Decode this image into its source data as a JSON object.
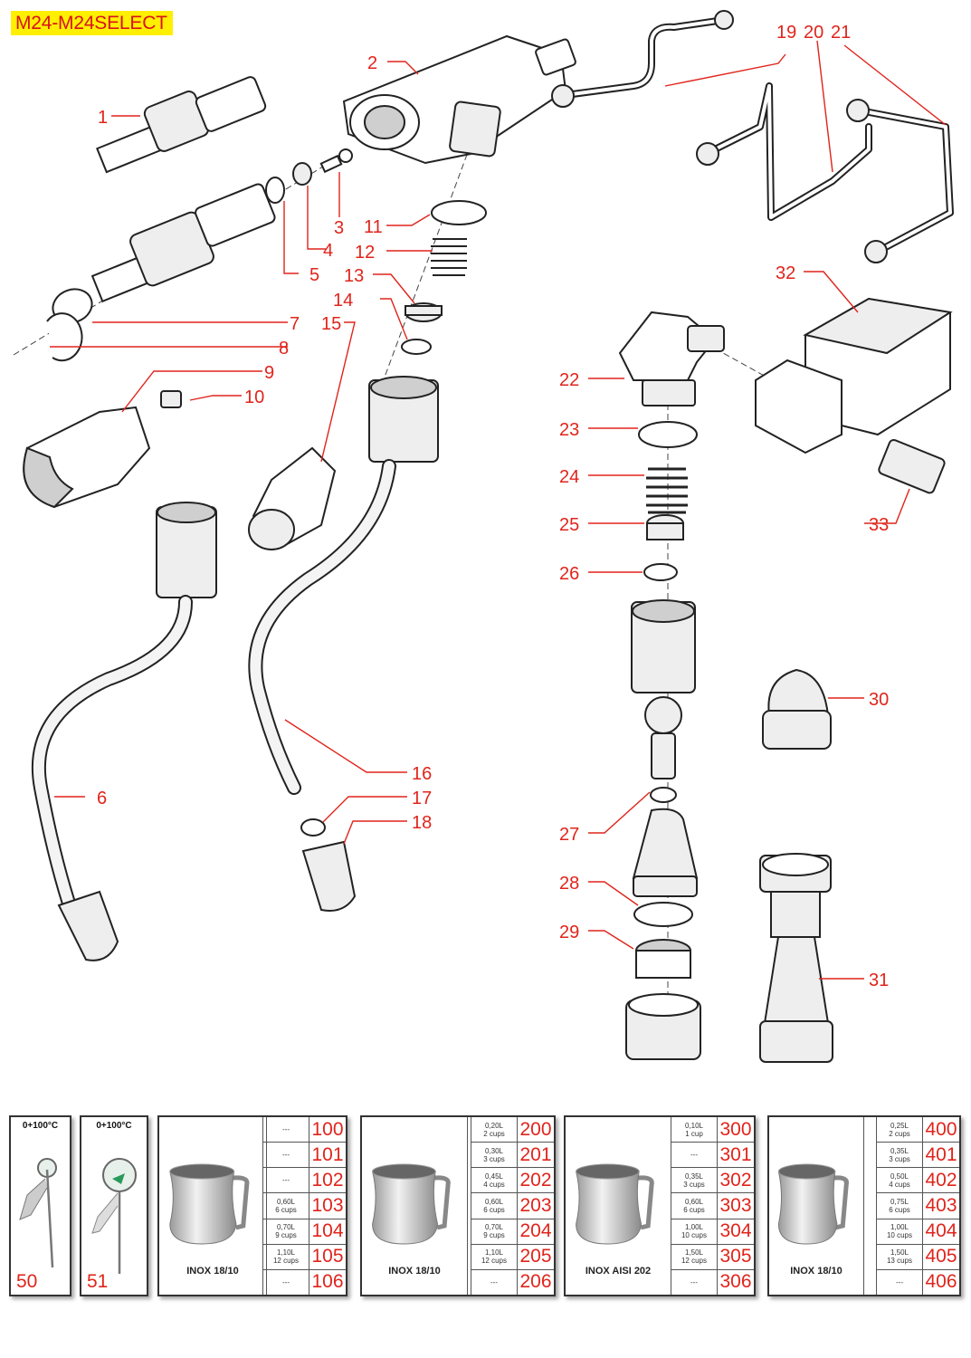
{
  "title": "M24-M24SELECT",
  "callouts": [
    "1",
    "2",
    "3",
    "4",
    "5",
    "6",
    "7",
    "8",
    "9",
    "10",
    "11",
    "12",
    "13",
    "14",
    "15",
    "16",
    "17",
    "18",
    "19",
    "20",
    "21",
    "22",
    "23",
    "24",
    "25",
    "26",
    "27",
    "28",
    "29",
    "30",
    "31",
    "32",
    "33"
  ],
  "accessories": {
    "thermometers": [
      {
        "range": "0+100°C",
        "code": "50"
      },
      {
        "range": "0+100°C",
        "code": "51"
      }
    ],
    "products": [
      {
        "material": "INOX 18/10",
        "rows": [
          {
            "capacity": "---",
            "cups": "",
            "code": "100"
          },
          {
            "capacity": "---",
            "cups": "",
            "code": "101"
          },
          {
            "capacity": "---",
            "cups": "",
            "code": "102"
          },
          {
            "capacity": "0,60L",
            "cups": "6 cups",
            "code": "103"
          },
          {
            "capacity": "0,70L",
            "cups": "9 cups",
            "code": "104"
          },
          {
            "capacity": "1,10L",
            "cups": "12 cups",
            "code": "105"
          },
          {
            "capacity": "---",
            "cups": "",
            "code": "106"
          }
        ]
      },
      {
        "material": "INOX 18/10",
        "rows": [
          {
            "capacity": "0,20L",
            "cups": "2 cups",
            "code": "200"
          },
          {
            "capacity": "0,30L",
            "cups": "3 cups",
            "code": "201"
          },
          {
            "capacity": "0,45L",
            "cups": "4 cups",
            "code": "202"
          },
          {
            "capacity": "0,60L",
            "cups": "6 cups",
            "code": "203"
          },
          {
            "capacity": "0,70L",
            "cups": "9 cups",
            "code": "204"
          },
          {
            "capacity": "1,10L",
            "cups": "12 cups",
            "code": "205"
          },
          {
            "capacity": "---",
            "cups": "",
            "code": "206"
          }
        ]
      },
      {
        "material": "INOX AISI 202",
        "rows": [
          {
            "capacity": "0,10L",
            "cups": "1 cup",
            "code": "300"
          },
          {
            "capacity": "---",
            "cups": "",
            "code": "301"
          },
          {
            "capacity": "0,35L",
            "cups": "3 cups",
            "code": "302"
          },
          {
            "capacity": "0,60L",
            "cups": "6 cups",
            "code": "303"
          },
          {
            "capacity": "1,00L",
            "cups": "10 cups",
            "code": "304"
          },
          {
            "capacity": "1,50L",
            "cups": "12 cups",
            "code": "305"
          },
          {
            "capacity": "---",
            "cups": "",
            "code": "306"
          }
        ]
      },
      {
        "material": "INOX 18/10",
        "rows": [
          {
            "capacity": "0,25L",
            "cups": "2 cups",
            "code": "400"
          },
          {
            "capacity": "0,35L",
            "cups": "3 cups",
            "code": "401"
          },
          {
            "capacity": "0,50L",
            "cups": "4 cups",
            "code": "402"
          },
          {
            "capacity": "0,75L",
            "cups": "6 cups",
            "code": "403"
          },
          {
            "capacity": "1,00L",
            "cups": "10 cups",
            "code": "404"
          },
          {
            "capacity": "1,50L",
            "cups": "13 cups",
            "code": "405"
          },
          {
            "capacity": "---",
            "cups": "",
            "code": "406"
          }
        ]
      }
    ]
  },
  "colors": {
    "callout": "#e0241b",
    "title_bg": "#ffef00"
  }
}
